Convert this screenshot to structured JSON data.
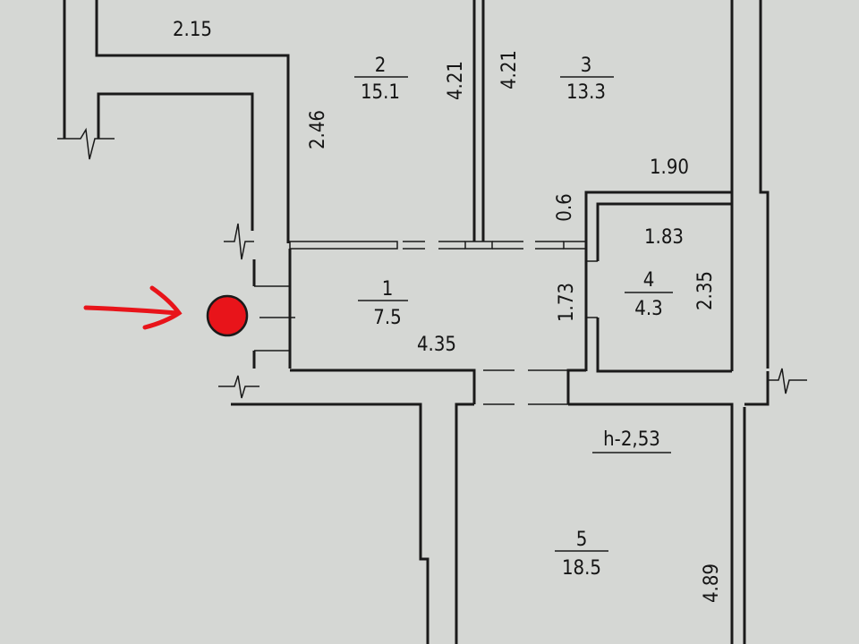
{
  "rooms": [
    {
      "number": "1",
      "area": "7.5"
    },
    {
      "number": "2",
      "area": "15.1"
    },
    {
      "number": "3",
      "area": "13.3"
    },
    {
      "number": "4",
      "area": "4.3"
    },
    {
      "number": "5",
      "area": "18.5"
    }
  ],
  "dimensions": {
    "d_2_15": "2.15",
    "d_2_46": "2.46",
    "d_4_21_left": "4.21",
    "d_4_21_right": "4.21",
    "d_1_90": "1.90",
    "d_0_6": "0.6",
    "d_1_83": "1.83",
    "d_2_35": "2.35",
    "d_1_73": "1.73",
    "d_4_35": "4.35",
    "d_4_89": "4.89"
  },
  "ceiling_height": "h-2,53",
  "marker_color": "#e8141a"
}
